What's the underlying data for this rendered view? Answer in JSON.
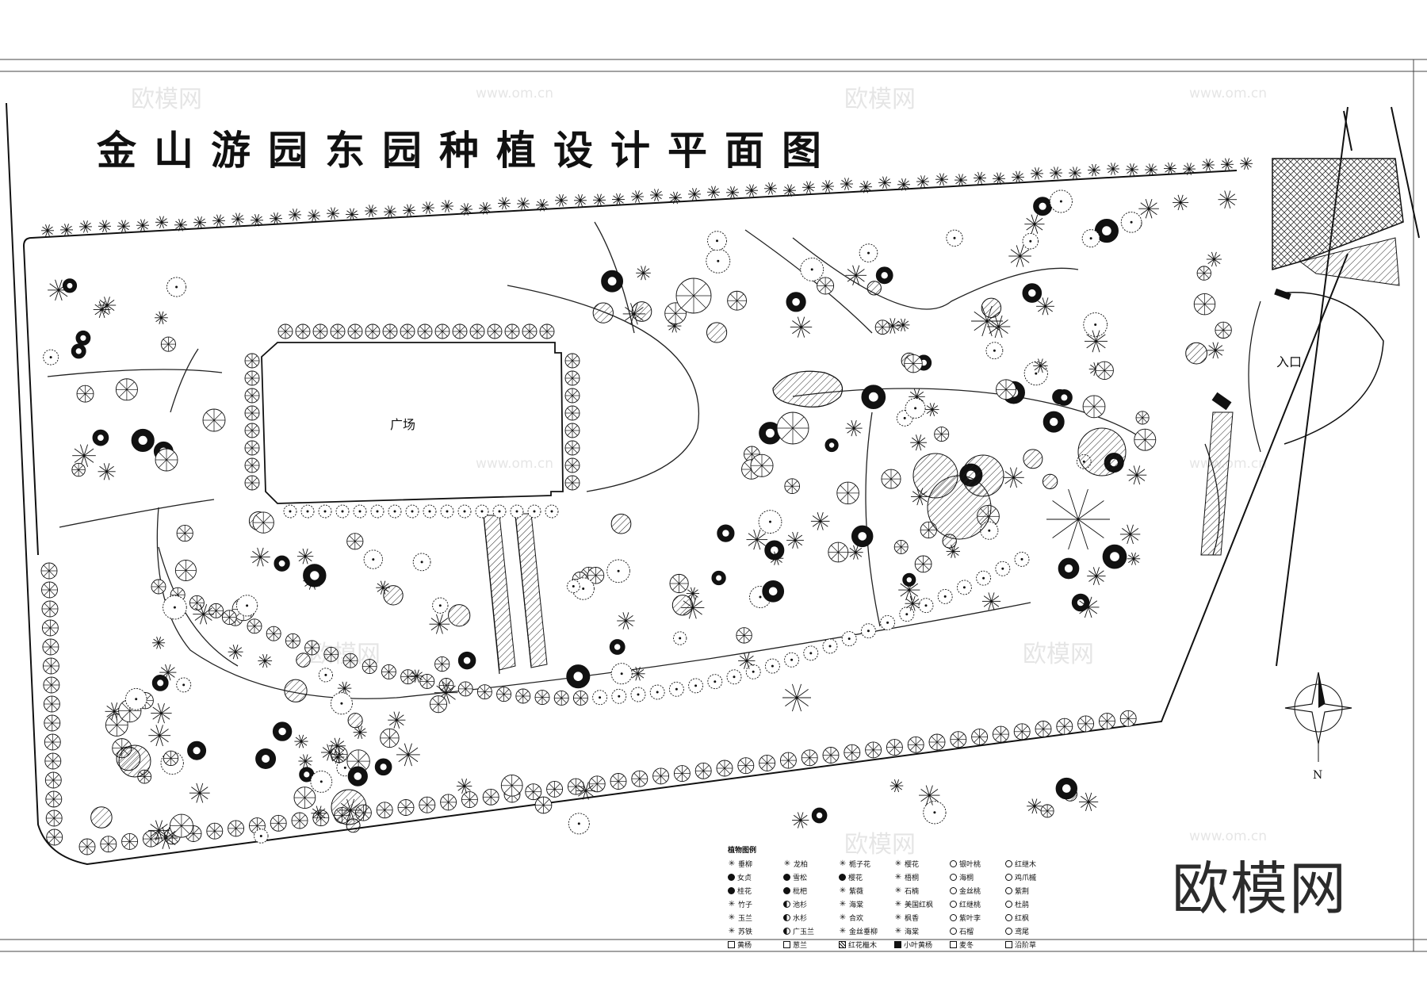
{
  "title": "金山游园东园种植设计平面图",
  "labels": {
    "plaza": "广场",
    "entrance": "入口",
    "north": "N"
  },
  "legend": {
    "title": "植物图例",
    "items": [
      {
        "name": "垂柳",
        "symbol": "star"
      },
      {
        "name": "龙柏",
        "symbol": "star"
      },
      {
        "name": "栀子花",
        "symbol": "star"
      },
      {
        "name": "樱花",
        "symbol": "star"
      },
      {
        "name": "银叶桃",
        "symbol": "ring"
      },
      {
        "name": "红继木",
        "symbol": "ring"
      },
      {
        "name": "女贞",
        "symbol": "fill"
      },
      {
        "name": "雪松",
        "symbol": "fill"
      },
      {
        "name": "樱花",
        "symbol": "fill"
      },
      {
        "name": "梧桐",
        "symbol": "star"
      },
      {
        "name": "海桐",
        "symbol": "ring"
      },
      {
        "name": "鸡爪槭",
        "symbol": "ring"
      },
      {
        "name": "桂花",
        "symbol": "fill"
      },
      {
        "name": "枇杷",
        "symbol": "fill"
      },
      {
        "name": "紫薇",
        "symbol": "star"
      },
      {
        "name": "石楠",
        "symbol": "star"
      },
      {
        "name": "金丝桃",
        "symbol": "ring"
      },
      {
        "name": "紫荆",
        "symbol": "ring"
      },
      {
        "name": "竹子",
        "symbol": "star"
      },
      {
        "name": "池杉",
        "symbol": "half"
      },
      {
        "name": "海棠",
        "symbol": "star"
      },
      {
        "name": "美国红枫",
        "symbol": "star"
      },
      {
        "name": "红继桃",
        "symbol": "ring"
      },
      {
        "name": "杜鹃",
        "symbol": "ring"
      },
      {
        "name": "玉兰",
        "symbol": "star"
      },
      {
        "name": "水杉",
        "symbol": "half"
      },
      {
        "name": "合欢",
        "symbol": "star"
      },
      {
        "name": "枫香",
        "symbol": "star"
      },
      {
        "name": "紫叶李",
        "symbol": "ring"
      },
      {
        "name": "红枫",
        "symbol": "ring"
      },
      {
        "name": "苏铁",
        "symbol": "star"
      },
      {
        "name": "广玉兰",
        "symbol": "half"
      },
      {
        "name": "金丝垂柳",
        "symbol": "star"
      },
      {
        "name": "海棠",
        "symbol": "star"
      },
      {
        "name": "石榴",
        "symbol": "ring"
      },
      {
        "name": "鸢尾",
        "symbol": "ring"
      },
      {
        "name": "黄杨",
        "symbol": "sq"
      },
      {
        "name": "葱兰",
        "symbol": "sq"
      },
      {
        "name": "红花檵木",
        "symbol": "hatch"
      },
      {
        "name": "小叶黄杨",
        "symbol": "sqfill"
      },
      {
        "name": "麦冬",
        "symbol": "sq"
      },
      {
        "name": "沿阶草",
        "symbol": "sq"
      }
    ]
  },
  "watermarks": {
    "brand_big": "欧模网",
    "brand_small": "欧模网",
    "url": "www.om.cn"
  },
  "brand_logo": "欧模网"
}
